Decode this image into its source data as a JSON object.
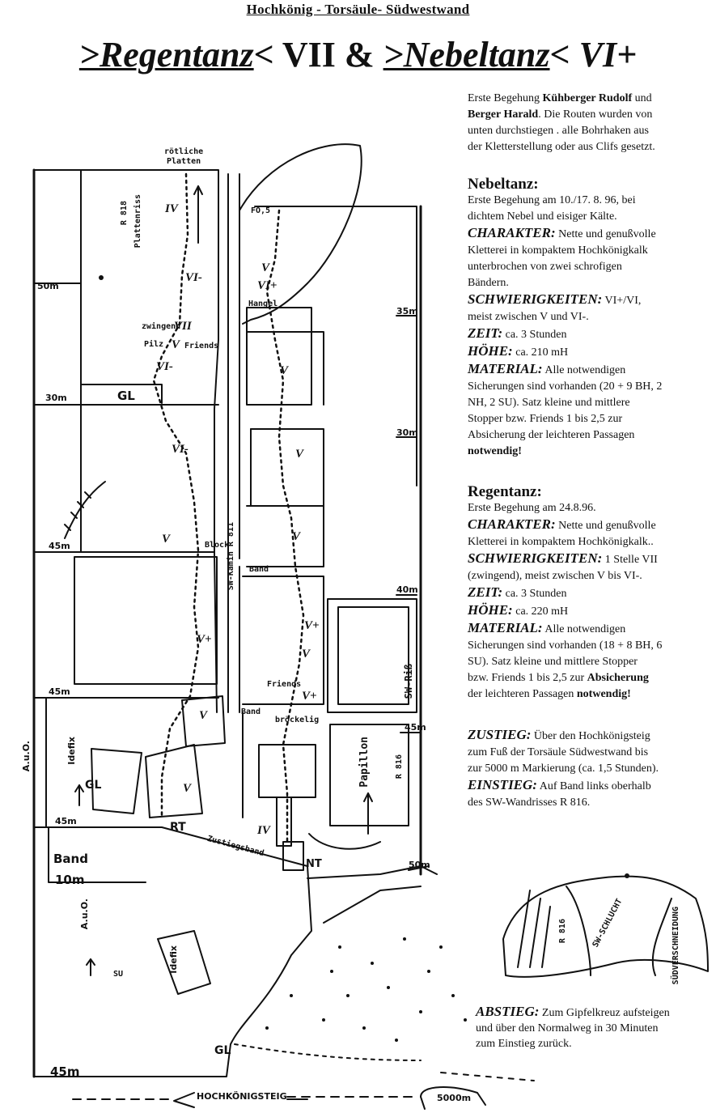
{
  "header": "Hochkönig - Torsäule- Südwestwand",
  "title": {
    "part1": ">Regentanz",
    "part2": "< VII & ",
    "part3": ">Nebeltanz",
    "part4": "< VI+"
  },
  "intro": {
    "line1a": "Erste Begehung ",
    "name1": "Kühberger Rudolf",
    "line1b": " und",
    "name2": "Berger Harald",
    "line2b": ". Die Routen wurden von",
    "line3": "unten durchstiegen . alle Bohrhaken aus",
    "line4": "der Kletterstellung oder aus Clifs gesetzt."
  },
  "nebeltanz": {
    "heading": "Nebeltanz:",
    "first_ascent": "Erste Begehung am 10./17. 8. 96, bei",
    "first_ascent2": "dichtem Nebel und eisiger Kälte.",
    "charakter_label": "CHARAKTER:",
    "charakter": "Nette und genußvolle",
    "charakter2": "Kletterei in kompaktem Hochkönigkalk",
    "charakter3": "unterbrochen von zwei schrofigen",
    "charakter4": "Bändern.",
    "schw_label": "SCHWIERIGKEITEN:",
    "schw": "VI+/VI,",
    "schw2": "meist zwischen V und VI-.",
    "zeit_label": "ZEIT:",
    "zeit": "ca. 3 Stunden",
    "hoehe_label": "HÖHE:",
    "hoehe": "ca. 210 mH",
    "material_label": "MATERIAL:",
    "material": "Alle notwendigen",
    "material2": "Sicherungen sind vorhanden (20 + 9 BH, 2",
    "material3": "NH, 2 SU). Satz kleine und mittlere",
    "material4": "Stopper bzw. Friends 1 bis 2,5 zur",
    "material5": "Absicherung der leichteren Passagen",
    "material6": "notwendig!"
  },
  "regentanz": {
    "heading": "Regentanz:",
    "first_ascent": "Erste Begehung am 24.8.96.",
    "charakter_label": "CHARAKTER:",
    "charakter": "Nette und genußvolle",
    "charakter2": "Kletterei in kompaktem Hochkönigkalk..",
    "schw_label": "SCHWIERIGKEITEN:",
    "schw": "1 Stelle VII",
    "schw2": "(zwingend), meist zwischen V bis VI-.",
    "zeit_label": "ZEIT:",
    "zeit": "ca. 3 Stunden",
    "hoehe_label": "HÖHE:",
    "hoehe": "ca. 220 mH",
    "material_label": "MATERIAL:",
    "material": "Alle notwendigen",
    "material2": "Sicherungen sind vorhanden (18 + 8 BH, 6",
    "material3": "SU). Satz kleine und mittlere Stopper",
    "material4": "bzw. Friends 1 bis 2,5 zur",
    "material4b": "Absicherung",
    "material5": "der leichteren Passagen",
    "material6": "notwendig!"
  },
  "zustieg": {
    "label": "ZUSTIEG:",
    "text": "Über den Hochkönigsteig",
    "text2": "zum Fuß der Torsäule Südwestwand bis",
    "text3": "zur 5000 m Markierung (ca. 1,5 Stunden)."
  },
  "einstieg": {
    "label": "EINSTIEG:",
    "text": "Auf Band links oberhalb",
    "text2": "des SW-Wandrisses R 816."
  },
  "absteig": {
    "label": "ABSTIEG:",
    "text": "Zum Gipfelkreuz aufsteigen",
    "text2": "und über den Normalweg in 30 Minuten",
    "text3": "zum Einstieg zurück."
  },
  "topo": {
    "plattenriss": "Plattenriss",
    "r818": "R 818",
    "roetliche": "rötliche",
    "platten": "Platten",
    "zwingend": "zwingend",
    "friends": "Friends",
    "friends2": "Friends",
    "gl": "GL",
    "gl2": "GL",
    "gl3": "GL",
    "rt": "RT",
    "nt": "NT",
    "block": "Block",
    "band": "Band",
    "band2": "Band",
    "band3": "Band",
    "broeckelig": "bröckelig",
    "sw_kamin": "SW-Kamin R 811",
    "sw_riss": "SW-Riß",
    "r816": "R 816",
    "r816b": "R 816",
    "papillon": "Papillon",
    "idefix": "Idefix",
    "idefix2": "Idefix",
    "auo": "A.u.O.",
    "auo2": "A.u.O.",
    "zustiegsband": "Zustiegsband",
    "hochkoenigsteig": "HOCHKÖNIGSTEIG",
    "m5000": "5000m",
    "sw_schlucht": "SW-SCHLUCHT",
    "suedverschneidung": "SÜDVERSCHNEIDUNG",
    "m50": "50m",
    "m35": "35m",
    "m30a": "30m",
    "m30b": "30m",
    "m45a": "45m",
    "m40": "40m",
    "m45b": "45m",
    "m45c": "45m",
    "m45d": "45m",
    "m10": "10m",
    "m50b": "50m",
    "m45e": "45m",
    "fo": "FO,5",
    "kompl": "Hangel",
    "pilz": "Pilz",
    "su": "SU",
    "g_iv": "IV",
    "g_vi_minus": "VI-",
    "g_vii": "VII",
    "g_v": "V",
    "g_vi_minus2": "VI-",
    "g_vi_minus3": "VI-",
    "g_v_small": "V",
    "g_v_plus": "V+",
    "g_v2": "V",
    "g_vi_plus": "VI+",
    "g_v3": "V",
    "g_v4": "V",
    "g_v5": "V",
    "g_v_plus2": "V+",
    "g_v6": "V",
    "g_v_plus3": "V+",
    "g_v7": "V",
    "g_iv2": "IV",
    "g_v8": "V"
  }
}
